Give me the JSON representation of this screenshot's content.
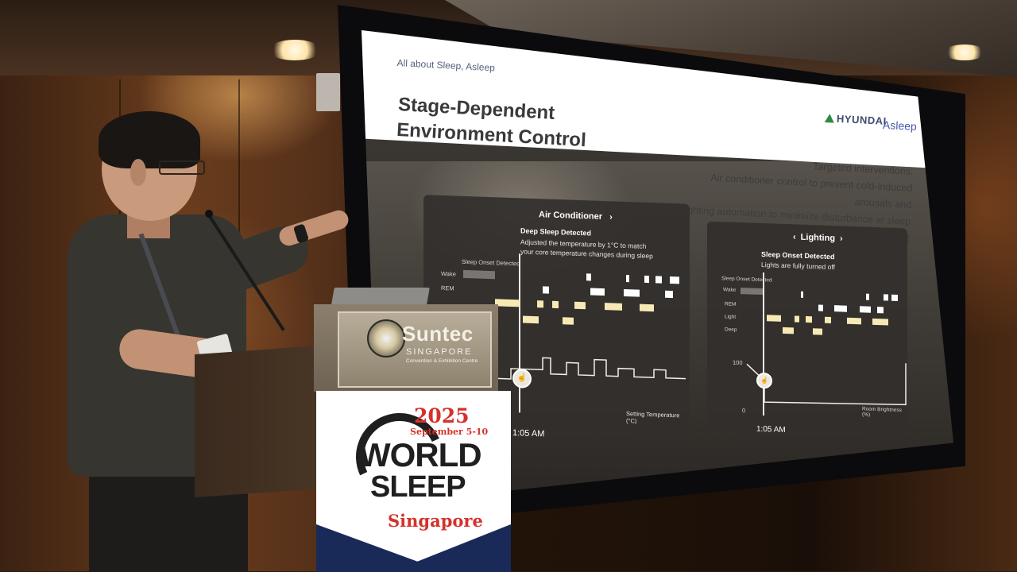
{
  "slide": {
    "eyebrow": "All about Sleep, Asleep",
    "title_line1": "Stage-Dependent",
    "title_line2": "Environment Control",
    "logo_hyundai": "HYUNDAI",
    "logo_asleep": "Asleep",
    "intro_line1": "Targeted interventions:",
    "intro_line2": "Air conditioner control to prevent cold-induced arousals and",
    "intro_line3": "lighting automation to minimize disturbance at sleep onset"
  },
  "ac_card": {
    "header": "Air Conditioner",
    "chevron_right": "›",
    "event": "Deep Sleep Detected",
    "desc_line1": "Adjusted the temperature by 1°C to match",
    "desc_line2": "your core temperature changes during sleep",
    "onset_label": "Sleep Onset Detected",
    "stage_wake": "Wake",
    "stage_rem": "REM",
    "x_axis_label": "Setting Temperature (°C)",
    "time": "1:05 AM"
  },
  "light_card": {
    "header": "Lighting",
    "chevron_left": "‹",
    "chevron_right": "›",
    "event": "Sleep Onset Detected",
    "desc": "Lights are fully turned off",
    "onset_label": "Sleep Onset Detected",
    "stage_wake": "Wake",
    "stage_rem": "REM",
    "stage_light": "Light",
    "stage_deep": "Deep",
    "y_top": "100",
    "y_bottom": "0",
    "x_axis_label": "Room Brightness (%)",
    "time": "1:05 AM"
  },
  "podium": {
    "suntec": "Suntec",
    "singapore": "SINGAPORE",
    "convention": "Convention & Exhibition Centre"
  },
  "banner": {
    "year": "2025",
    "dates": "September 5-10",
    "world": "WORLD",
    "sleep": "SLEEP",
    "city": "Singapore"
  },
  "colors": {
    "slide_header_bg": "#ffffff",
    "hypnogram_bar": "#f6e9b4",
    "banner_red": "#d4322c",
    "banner_navy": "#1a2a58"
  },
  "icons": {
    "touch": "pointer-hand-icon"
  }
}
